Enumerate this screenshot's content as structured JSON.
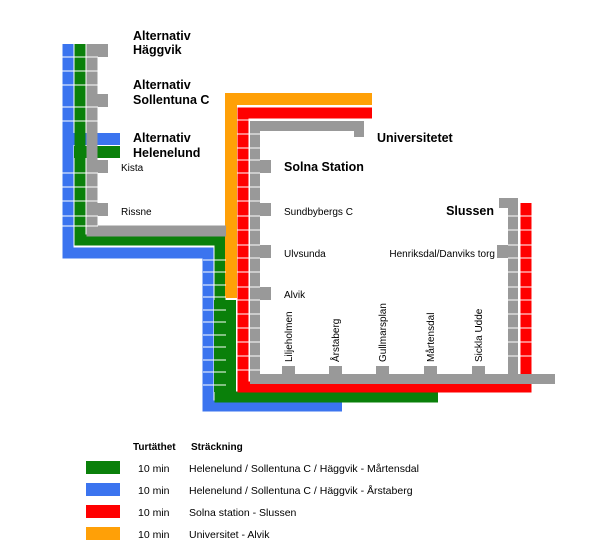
{
  "colors": {
    "green": "#0a800a",
    "blue": "#3b74ef",
    "red": "#ff0000",
    "orange": "#ffa007",
    "gray": "#999999"
  },
  "labels": {
    "alt_haggvik_1": "Alternativ",
    "alt_haggvik_2": "Häggvik",
    "alt_sollentuna_1": "Alternativ",
    "alt_sollentuna_2": "Sollentuna C",
    "alt_helenelund_1": "Alternativ",
    "alt_helenelund_2": "Helenelund",
    "kista": "Kista",
    "rissne": "Rissne",
    "universitetet": "Universitetet",
    "solna_station": "Solna Station",
    "sundbybergs_c": "Sundbybergs C",
    "ulvsunda": "Ulvsunda",
    "alvik": "Alvik",
    "slussen": "Slussen",
    "henriksdal": "Henriksdal/Danviks torg",
    "liljeholmen": "Liljeholmen",
    "arstaberg": "Årstaberg",
    "gullmarsplan": "Gullmarsplan",
    "martensdal": "Mårtensdal",
    "sickla_udde": "Sickla Udde"
  },
  "legend": {
    "header_freq": "Turtäthet",
    "header_route": "Sträckning",
    "rows": [
      {
        "color": "#0a800a",
        "freq": "10 min",
        "route": "Helenelund / Sollentuna C / Häggvik - Mårtensdal"
      },
      {
        "color": "#3b74ef",
        "freq": "10 min",
        "route": "Helenelund / Sollentuna C / Häggvik - Årstaberg"
      },
      {
        "color": "#ff0000",
        "freq": "10 min",
        "route": "Solna station - Slussen"
      },
      {
        "color": "#ffa007",
        "freq": "10 min",
        "route": "Universitet - Alvik"
      }
    ]
  }
}
